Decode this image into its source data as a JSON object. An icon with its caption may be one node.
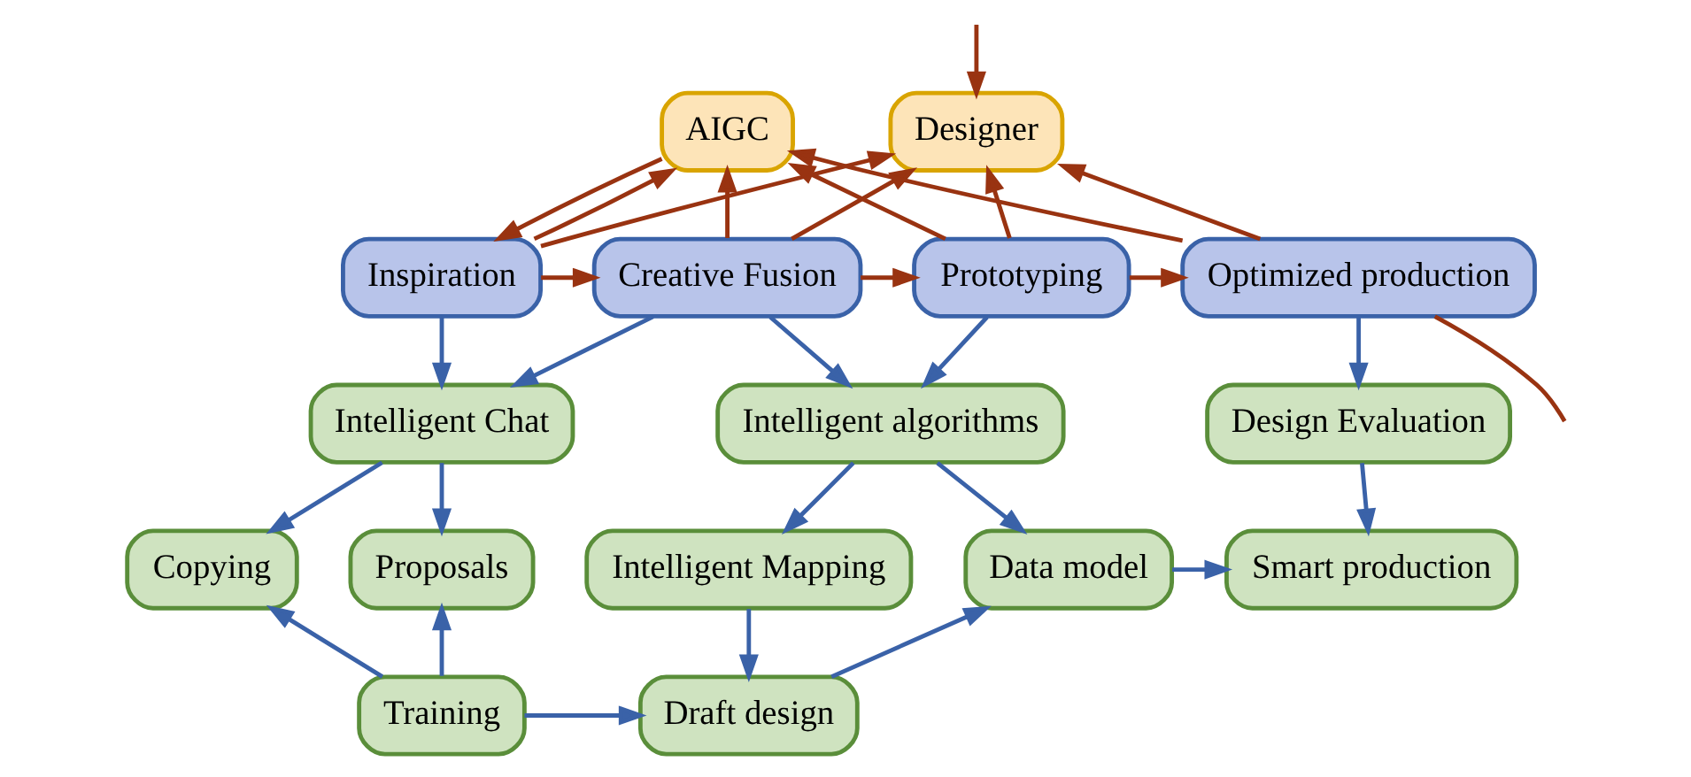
{
  "diagram": {
    "nodes": [
      {
        "text": [
          "AIGC"
        ]
      },
      {
        "text": [
          "Designer"
        ]
      },
      {
        "text": [
          "Inspiration"
        ]
      },
      {
        "text": [
          "Creative Fusion"
        ]
      },
      {
        "text": [
          "Prototyping"
        ]
      },
      {
        "text": [
          "Optimized production"
        ]
      },
      {
        "text": [
          "Intelligent Chat"
        ]
      },
      {
        "text": [
          "Intelligent algorithms"
        ]
      },
      {
        "text": [
          "Design Evaluation"
        ]
      },
      {
        "text": [
          "Copying"
        ]
      },
      {
        "text": [
          "Proposals"
        ]
      },
      {
        "text": [
          "Intelligent Mapping"
        ]
      },
      {
        "text": [
          "Data model"
        ]
      },
      {
        "text": [
          "Smart production"
        ]
      },
      {
        "text": [
          "Training"
        ]
      },
      {
        "text": [
          "Draft design"
        ]
      }
    ],
    "edges": [
      {
        "from": 2,
        "to": 0,
        "arrow": "to",
        "color": "#993311"
      },
      {
        "from": 3,
        "to": 0,
        "arrow": "to",
        "color": "#993311"
      },
      {
        "from": 4,
        "to": 0,
        "arrow": "to",
        "color": "#993311"
      },
      {
        "from": 5,
        "to": 0,
        "arrow": "to",
        "color": "#993311"
      },
      {
        "from": 2,
        "to": 1,
        "arrow": "to",
        "color": "#993311"
      },
      {
        "from": 3,
        "to": 1,
        "arrow": "to",
        "color": "#993311"
      },
      {
        "from": 4,
        "to": 1,
        "arrow": "to",
        "color": "#993311"
      },
      {
        "from": 5,
        "to": 1,
        "arrow": "to",
        "color": "#993311"
      },
      {
        "from": 0,
        "to": 2,
        "arrow": "to",
        "color": "#993311"
      },
      {
        "from": null,
        "to": 1,
        "arrow": "to",
        "color": "#993311"
      },
      {
        "from": 5,
        "to": null,
        "arrow": "none",
        "color": "#993311"
      },
      {
        "from": 2,
        "to": 3,
        "arrow": "to",
        "color": "#993311"
      },
      {
        "from": 3,
        "to": 4,
        "arrow": "to",
        "color": "#993311"
      },
      {
        "from": 4,
        "to": 5,
        "arrow": "to",
        "color": "#993311"
      },
      {
        "from": 2,
        "to": 6,
        "arrow": "to"
      },
      {
        "from": 3,
        "to": 6,
        "arrow": "to"
      },
      {
        "from": 3,
        "to": 7,
        "arrow": "to"
      },
      {
        "from": 4,
        "to": 7,
        "arrow": "to"
      },
      {
        "from": 5,
        "to": 8,
        "arrow": "to"
      },
      {
        "from": 6,
        "to": 9,
        "arrow": "to"
      },
      {
        "from": 6,
        "to": 10,
        "arrow": "to"
      },
      {
        "from": 7,
        "to": 11,
        "arrow": "to"
      },
      {
        "from": 7,
        "to": 12,
        "arrow": "to"
      },
      {
        "from": 8,
        "to": 13,
        "arrow": "to"
      },
      {
        "from": 12,
        "to": 13,
        "arrow": "to"
      },
      {
        "from": 14,
        "to": 9,
        "arrow": "to"
      },
      {
        "from": 14,
        "to": 10,
        "arrow": "to"
      },
      {
        "from": 14,
        "to": 15,
        "arrow": "to"
      },
      {
        "from": 11,
        "to": 15,
        "arrow": "to"
      },
      {
        "from": 15,
        "to": 12,
        "arrow": "to"
      }
    ]
  }
}
